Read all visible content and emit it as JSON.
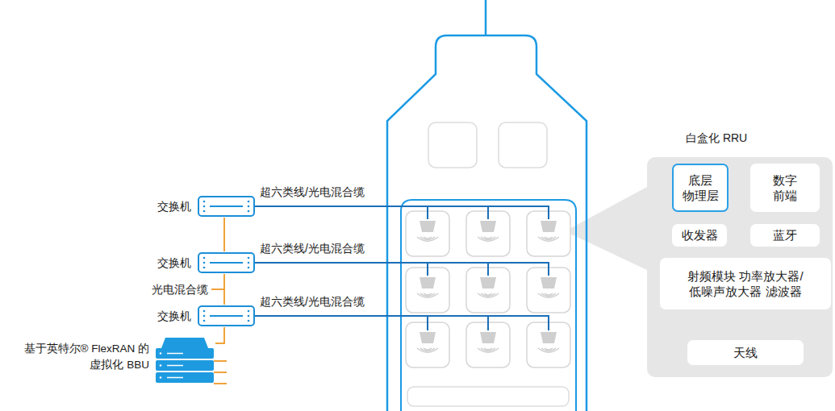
{
  "diagram": {
    "nodes": [
      {
        "text": [
          "交换机"
        ]
      },
      {
        "text": [
          "交换机"
        ]
      },
      {
        "text": [
          "交换机"
        ]
      },
      {
        "text": [
          "基于英特尔® FlexRAN 的 虚拟化 BBU"
        ]
      },
      {
        "text": [
          "白盒化 RRU"
        ]
      },
      {
        "text": [
          "底层 物理层"
        ],
        "in": 4
      },
      {
        "text": [
          "数字 前端"
        ],
        "in": 4
      },
      {
        "text": [
          "收发器"
        ],
        "in": 4
      },
      {
        "text": [
          "蓝牙"
        ],
        "in": 4
      },
      {
        "text": [
          "射频模块 功率放大器/低噪声放大器 滤波器"
        ],
        "in": 4
      },
      {
        "text": [
          "天线"
        ],
        "in": 4
      }
    ],
    "edges": [
      {
        "from": 0,
        "to": 1,
        "arrow": "none"
      },
      {
        "from": 1,
        "to": 2,
        "label": "光电混合缆",
        "arrow": "none"
      },
      {
        "from": 2,
        "to": 3,
        "arrow": "none"
      }
    ],
    "labels": [
      "超六类线/光电混合缆",
      "超六类线/光电混合缆",
      "超六类线/光电混合缆"
    ]
  }
}
